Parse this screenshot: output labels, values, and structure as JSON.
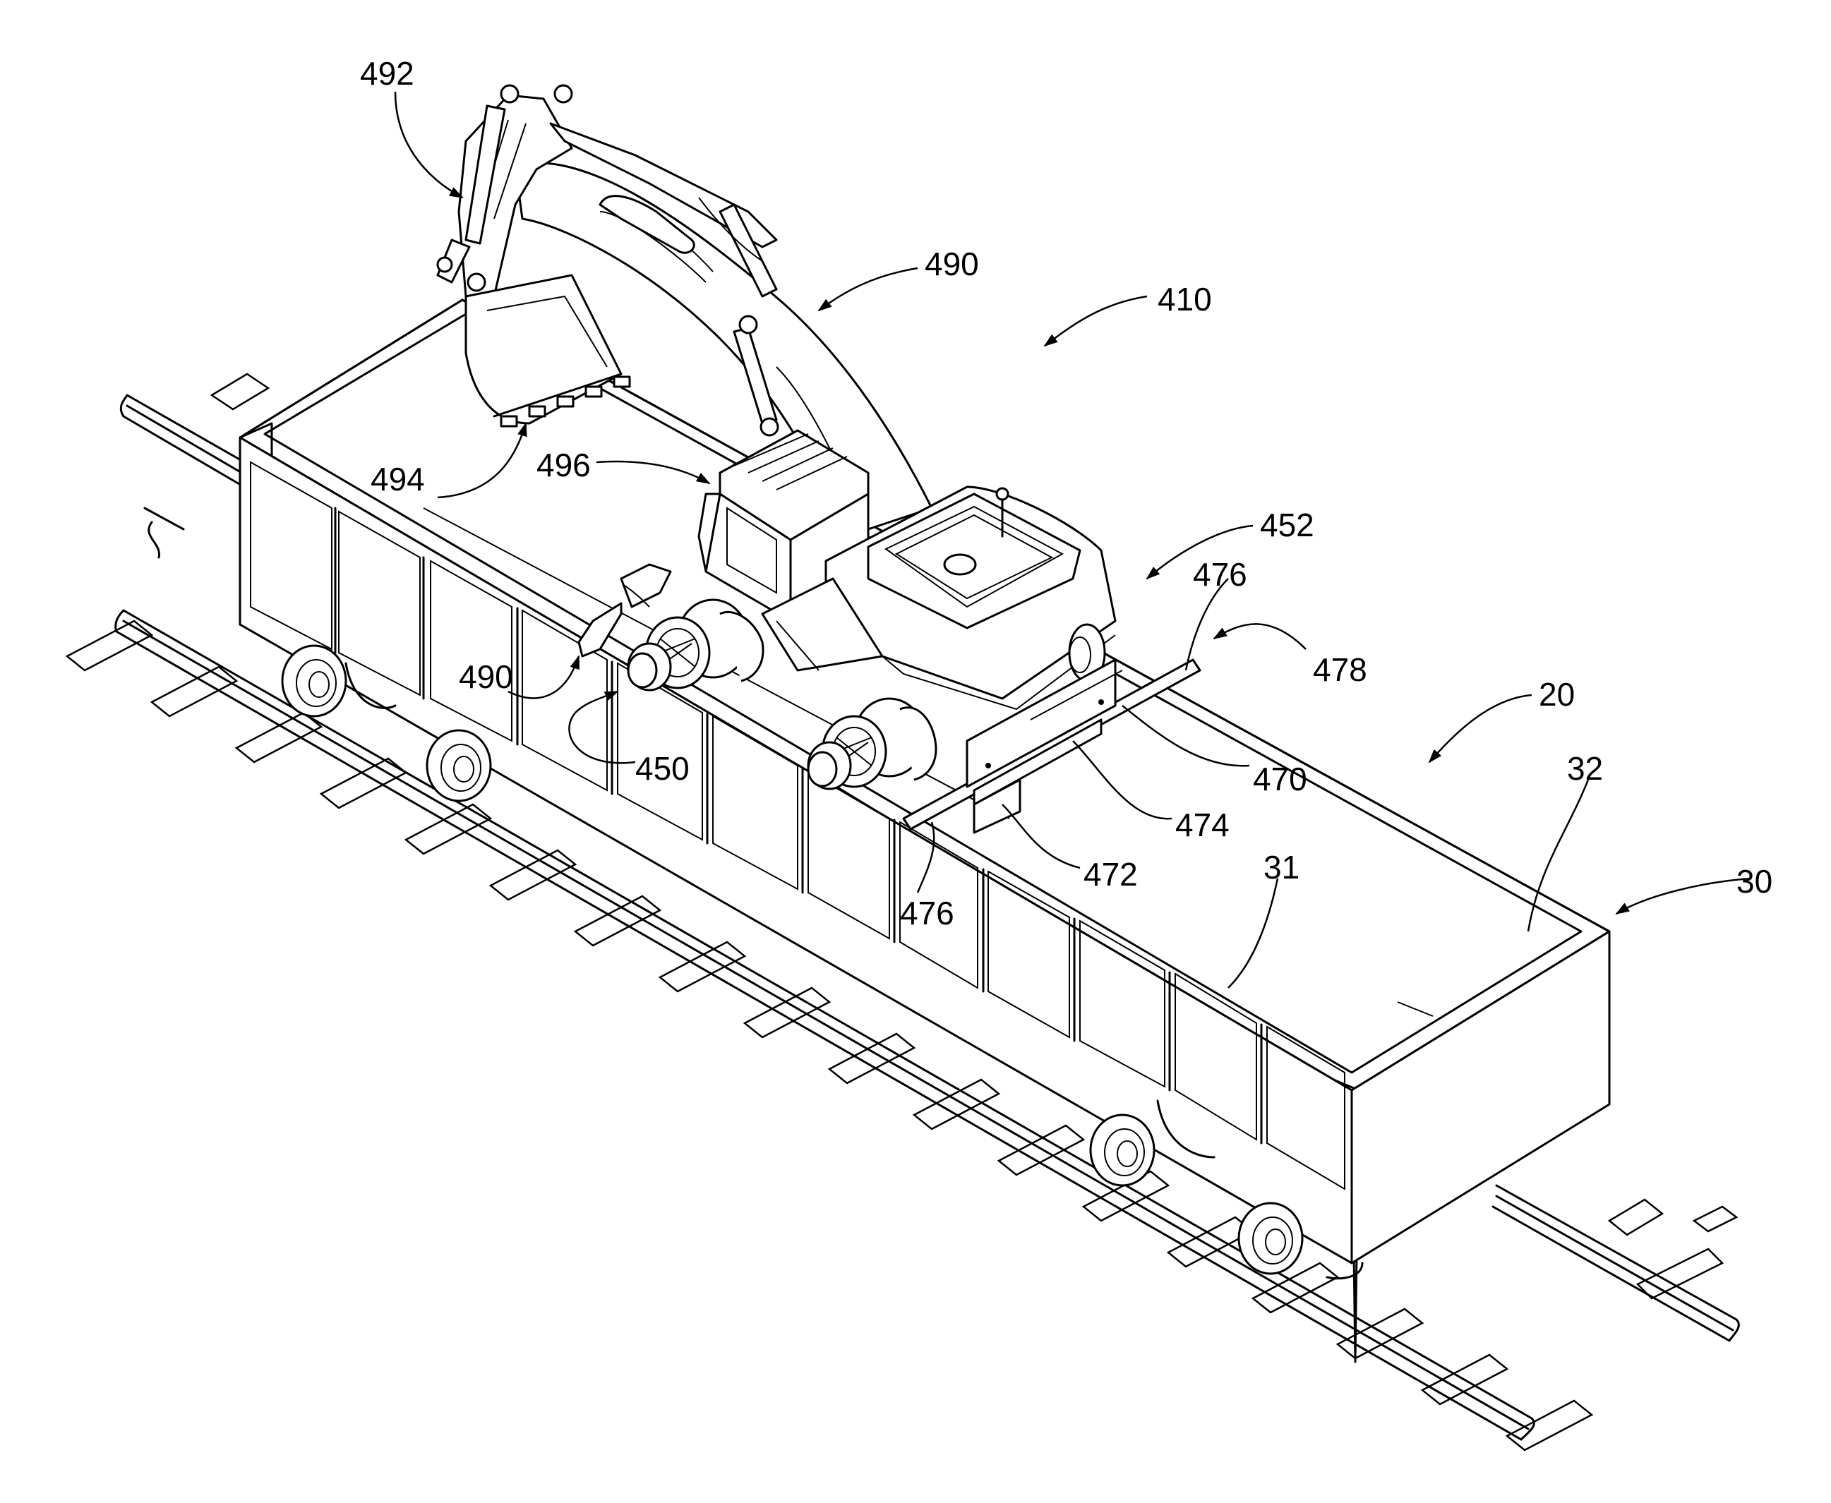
{
  "labels": {
    "l492": "492",
    "l490_top": "490",
    "l410": "410",
    "l494": "494",
    "l496": "496",
    "l452": "452",
    "l476_top": "476",
    "l478": "478",
    "l20": "20",
    "l32": "32",
    "l490_side": "490",
    "l450": "450",
    "l470": "470",
    "l474": "474",
    "l472": "472",
    "l476_bottom": "476",
    "l31": "31",
    "l30": "30"
  }
}
